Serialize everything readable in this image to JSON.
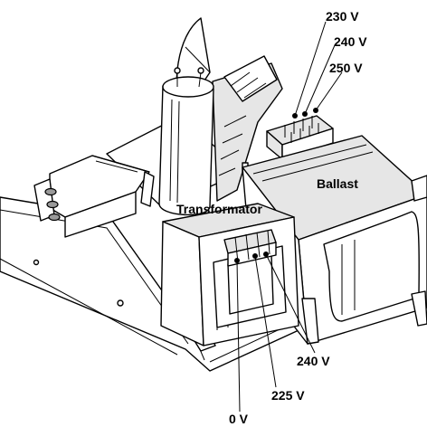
{
  "labels": {
    "v230": "230 V",
    "v240_top": "240 V",
    "v250": "250 V",
    "ballast": "Ballast",
    "transformator": "Transformator",
    "v240_bottom": "240 V",
    "v225": "225 V",
    "v0": "0 V"
  },
  "colors": {
    "line": "#000000",
    "background": "#ffffff",
    "shade": "#e6e6e6"
  }
}
